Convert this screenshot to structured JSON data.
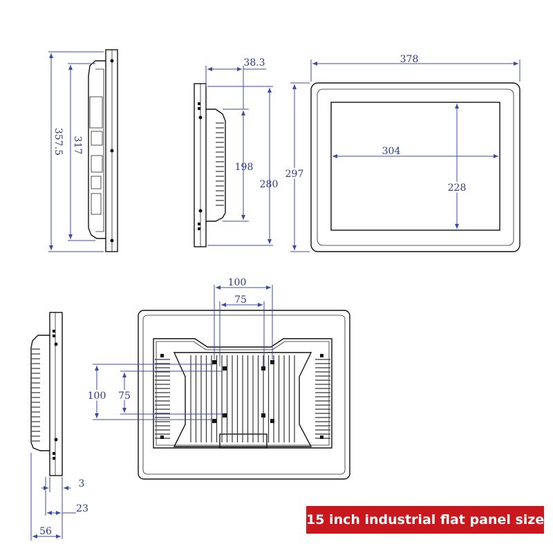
{
  "caption": "15 inch industrial flat panel size",
  "dimensions": {
    "side_total_height": "357.5",
    "side_inner_height": "317",
    "side_depth": "38.3",
    "side_vesa_height": "198",
    "side_body_height": "280",
    "front_width": "378",
    "front_height": "297",
    "screen_width": "304",
    "screen_height": "228",
    "vesa_100_h": "100",
    "vesa_75_h": "75",
    "vesa_100_v": "100",
    "vesa_75_v": "75",
    "bezel_thickness": "3",
    "mount_depth": "23",
    "total_depth": "56"
  },
  "colors": {
    "dimension": "#2a3a8c",
    "banner": "#c8171d"
  }
}
